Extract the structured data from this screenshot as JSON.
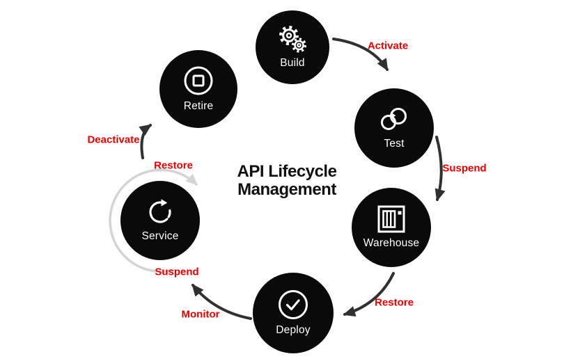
{
  "title": {
    "line1": "API Lifecycle",
    "line2": "Management"
  },
  "nodes": [
    {
      "label": "Build",
      "icon": "gears-icon"
    },
    {
      "label": "Test",
      "icon": "infinity-loop-icon"
    },
    {
      "label": "Warehouse",
      "icon": "barcode-box-icon"
    },
    {
      "label": "Deploy",
      "icon": "check-circle-icon"
    },
    {
      "label": "Service",
      "icon": "refresh-icon"
    },
    {
      "label": "Retire",
      "icon": "stop-square-icon"
    }
  ],
  "transitions": [
    {
      "from": "Build",
      "to": "Test",
      "label": "Activate"
    },
    {
      "from": "Test",
      "to": "Warehouse",
      "label": "Suspend"
    },
    {
      "from": "Warehouse",
      "to": "Deploy",
      "label": "Restore"
    },
    {
      "from": "Deploy",
      "to": "Service",
      "label": "Monitor"
    },
    {
      "from": "Service",
      "to": "Retire",
      "label": "Deactivate"
    },
    {
      "from": "Service",
      "to": "Service",
      "label": "Restore"
    },
    {
      "from": "Service",
      "to": "Service",
      "label": "Suspend"
    }
  ],
  "colors": {
    "background": "#ffffff",
    "node_fill": "#0a0a0a",
    "node_text": "#ffffff",
    "arrow": "#303030",
    "self_loop_arrow": "#d4d4d4",
    "transition_label": "#e60000",
    "title_text": "#111111"
  }
}
